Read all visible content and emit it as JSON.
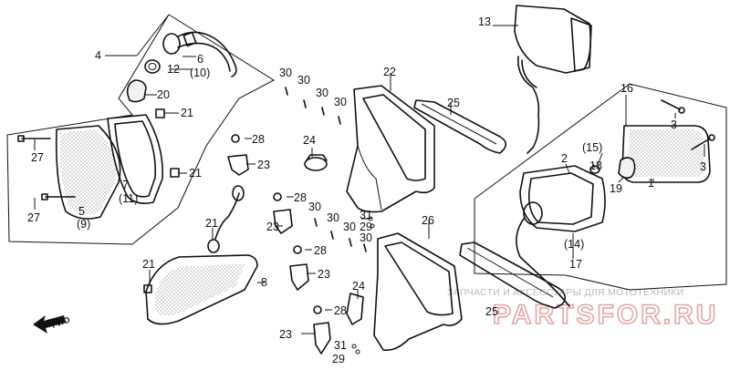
{
  "diagram": {
    "watermark_caption": "ЗАПЧАСТИ И АКСЕССУАРЫ ДЛЯ МОТОТЕХНИКИ",
    "watermark_logo": "PARTSFOR.RU",
    "fwd_label": "FWD",
    "callouts": [
      "1",
      "2",
      "3",
      "3",
      "4",
      "5",
      "(9)",
      "6",
      "(10)",
      "7",
      "(11)",
      "8",
      "12",
      "13",
      "(14)",
      "(15)",
      "16",
      "17",
      "18",
      "19",
      "20",
      "21",
      "21",
      "21",
      "21",
      "22",
      "23",
      "23",
      "23",
      "23",
      "24",
      "24",
      "25",
      "25",
      "26",
      "27",
      "27",
      "28",
      "28",
      "28",
      "28",
      "29",
      "29",
      "30",
      "30",
      "30",
      "30",
      "30",
      "30",
      "30",
      "30",
      "31",
      "31"
    ]
  }
}
